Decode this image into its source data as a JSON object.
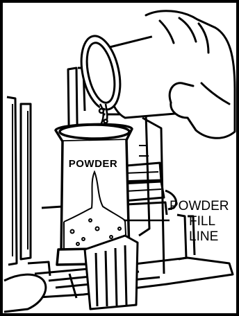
{
  "hopper": {
    "label": "POWDER"
  },
  "callout": {
    "line1": "POWDER",
    "line2": "FILL",
    "line3": "LINE"
  },
  "colors": {
    "ink": "#000000",
    "paper": "#ffffff"
  }
}
